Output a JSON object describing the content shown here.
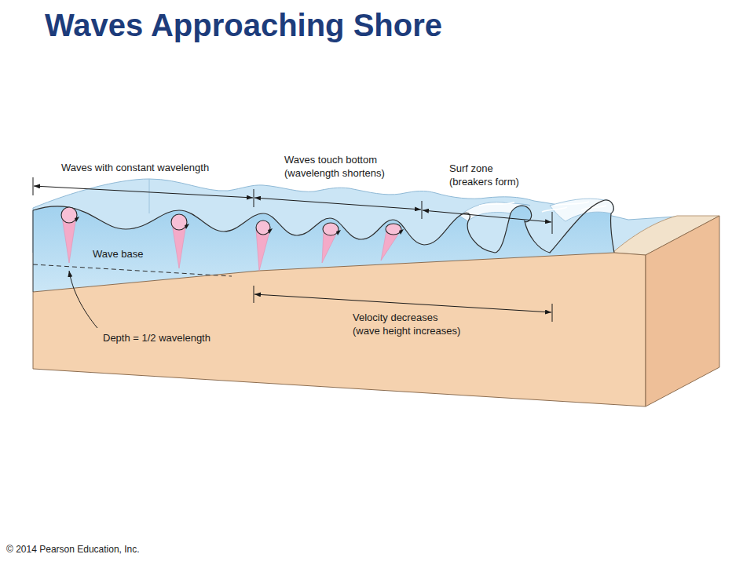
{
  "diagram": {
    "title": "Waves Approaching Shore",
    "caption": "© 2014 Pearson Education, Inc.",
    "labels": [
      "Waves with constant wavelength",
      "Waves touch bottom (wavelength shortens)",
      "Surf zone (breakers form)",
      "Wave base",
      "Velocity decreases (wave height increases)",
      "Depth = 1/2 wavelength"
    ]
  }
}
